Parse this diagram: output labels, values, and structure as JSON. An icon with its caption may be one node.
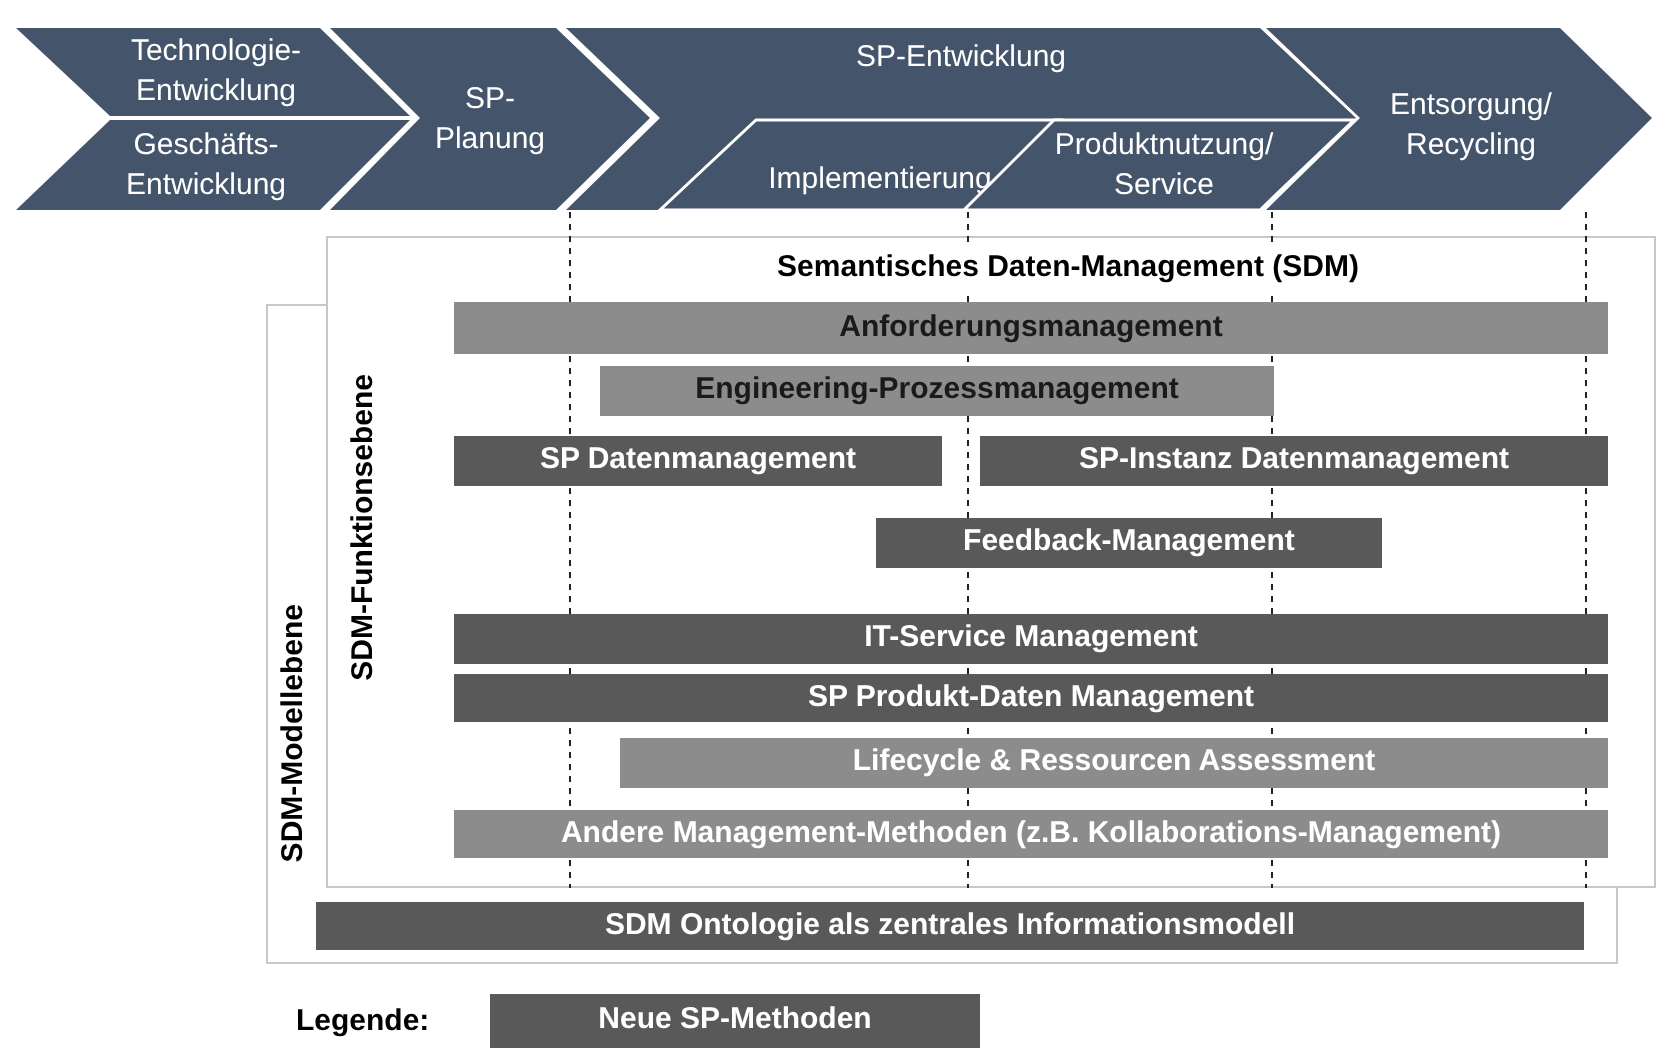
{
  "diagram": {
    "nodes": [
      {
        "text": [
          "Technologie-Entwicklung"
        ]
      },
      {
        "text": [
          "Geschäfts-Entwicklung"
        ]
      },
      {
        "text": [
          "SP-Planung"
        ]
      },
      {
        "text": [
          "SP-Entwicklung"
        ]
      },
      {
        "text": [
          "Implementierung"
        ],
        "in": 3
      },
      {
        "text": [
          "Produktnutzung/ Service"
        ],
        "in": 3
      },
      {
        "text": [
          "Entsorgung/ Recycling"
        ]
      },
      {
        "text": [
          "SDM-Modellebene"
        ]
      },
      {
        "text": [
          "Semantisches Daten-Management (SDM)",
          "SDM-Funktionsebene"
        ]
      },
      {
        "text": [
          "Anforderungsmanagement"
        ],
        "in": 8
      },
      {
        "text": [
          "Engineering-Prozessmanagement"
        ],
        "in": 8
      },
      {
        "text": [
          "SP Datenmanagement"
        ],
        "in": 8
      },
      {
        "text": [
          "SP-Instanz Datenmanagement"
        ],
        "in": 8
      },
      {
        "text": [
          "Feedback-Management"
        ],
        "in": 8
      },
      {
        "text": [
          "IT-Service Management"
        ],
        "in": 8
      },
      {
        "text": [
          "SP Produkt-Daten Management"
        ],
        "in": 8
      },
      {
        "text": [
          "Lifecycle & Ressourcen Assessment"
        ],
        "in": 8
      },
      {
        "text": [
          "Andere Management-Methoden (z.B. Kollaborations-Management)"
        ],
        "in": 8
      },
      {
        "text": [
          "SDM Ontologie als zentrales Informationsmodell"
        ],
        "in": 7
      }
    ],
    "labels": [
      "Legende:"
    ],
    "legend": [
      {
        "text": "Neue SP-Methoden",
        "color": "#595959"
      }
    ]
  }
}
